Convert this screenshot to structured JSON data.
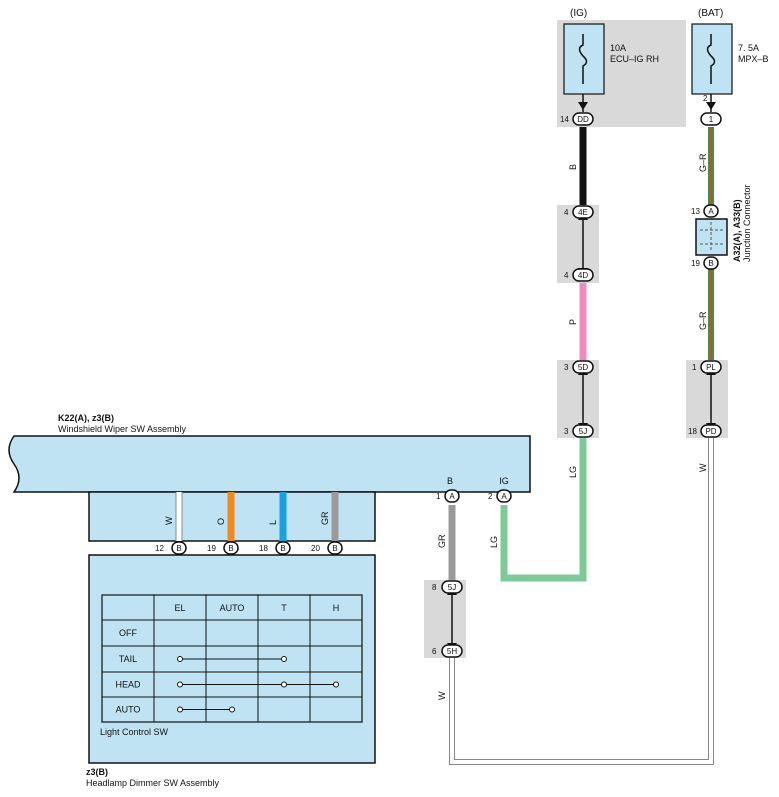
{
  "ig_source": {
    "label": "(IG)",
    "fuse_amp": "10A",
    "fuse_name": "ECU–IG RH",
    "pin": "14",
    "conn": "DD"
  },
  "bat_source": {
    "label": "(BAT)",
    "fuse_amp": "7. 5A",
    "fuse_name": "MPX–B",
    "pin_top": "2",
    "pin": "1",
    "conn": "1"
  },
  "wires": {
    "b": "B",
    "p": "P",
    "lg_right": "LG",
    "gr_a": "G–R",
    "gr_b": "G–R",
    "w_right": "W",
    "gr_left": "GR",
    "lg_left": "LG",
    "w_bottom": "W"
  },
  "connectors": {
    "c4e": {
      "pin": "4",
      "id": "4E"
    },
    "c4d": {
      "pin": "4",
      "id": "4D"
    },
    "c5d": {
      "pin": "3",
      "id": "5D"
    },
    "c5j_top": {
      "pin": "3",
      "id": "5J"
    },
    "a13": {
      "pin": "13",
      "id": "A"
    },
    "b19": {
      "pin": "19",
      "id": "B"
    },
    "pl": {
      "pin": "1",
      "id": "PL"
    },
    "pd": {
      "pin": "18",
      "id": "PD"
    },
    "j5j": {
      "pin": "8",
      "id": "5J"
    },
    "j5h": {
      "pin": "6",
      "id": "5H"
    }
  },
  "junction": {
    "title": "A32(A), A33(B)",
    "sub": "Junction Connector"
  },
  "wiper": {
    "title": "K22(A), z3(B)",
    "sub": "Windshield Wiper SW Assembly",
    "term_b": {
      "label": "B",
      "pin": "1",
      "id": "A"
    },
    "term_ig": {
      "label": "IG",
      "pin": "2",
      "id": "A"
    },
    "wires": [
      {
        "color_name": "W",
        "pin": "12",
        "id": "B",
        "term": "EL",
        "color": "#ffffff"
      },
      {
        "color_name": "O",
        "pin": "19",
        "id": "B",
        "term": "A",
        "color": "#f08a1c"
      },
      {
        "color_name": "L",
        "pin": "18",
        "id": "B",
        "term": "T",
        "color": "#1aa0e0"
      },
      {
        "color_name": "GR",
        "pin": "20",
        "id": "B",
        "term": "H",
        "color": "#9a9a9a"
      }
    ]
  },
  "light_table": {
    "headers": [
      "",
      "EL",
      "AUTO",
      "T",
      "H"
    ],
    "rows": [
      "OFF",
      "TAIL",
      "HEAD",
      "AUTO"
    ],
    "caption": "Light Control SW"
  },
  "dimmer": {
    "title": "z3(B)",
    "sub": "Headlamp Dimmer SW Assembly"
  },
  "colors": {
    "panel": "#bfe3f3",
    "gray": "#d9d9d9",
    "black": "#111111",
    "pink": "#f08ac0",
    "lg": "#7dc99a",
    "gr": "#9a9a9a",
    "green": "#2e9a4a",
    "red": "#d9432f"
  }
}
